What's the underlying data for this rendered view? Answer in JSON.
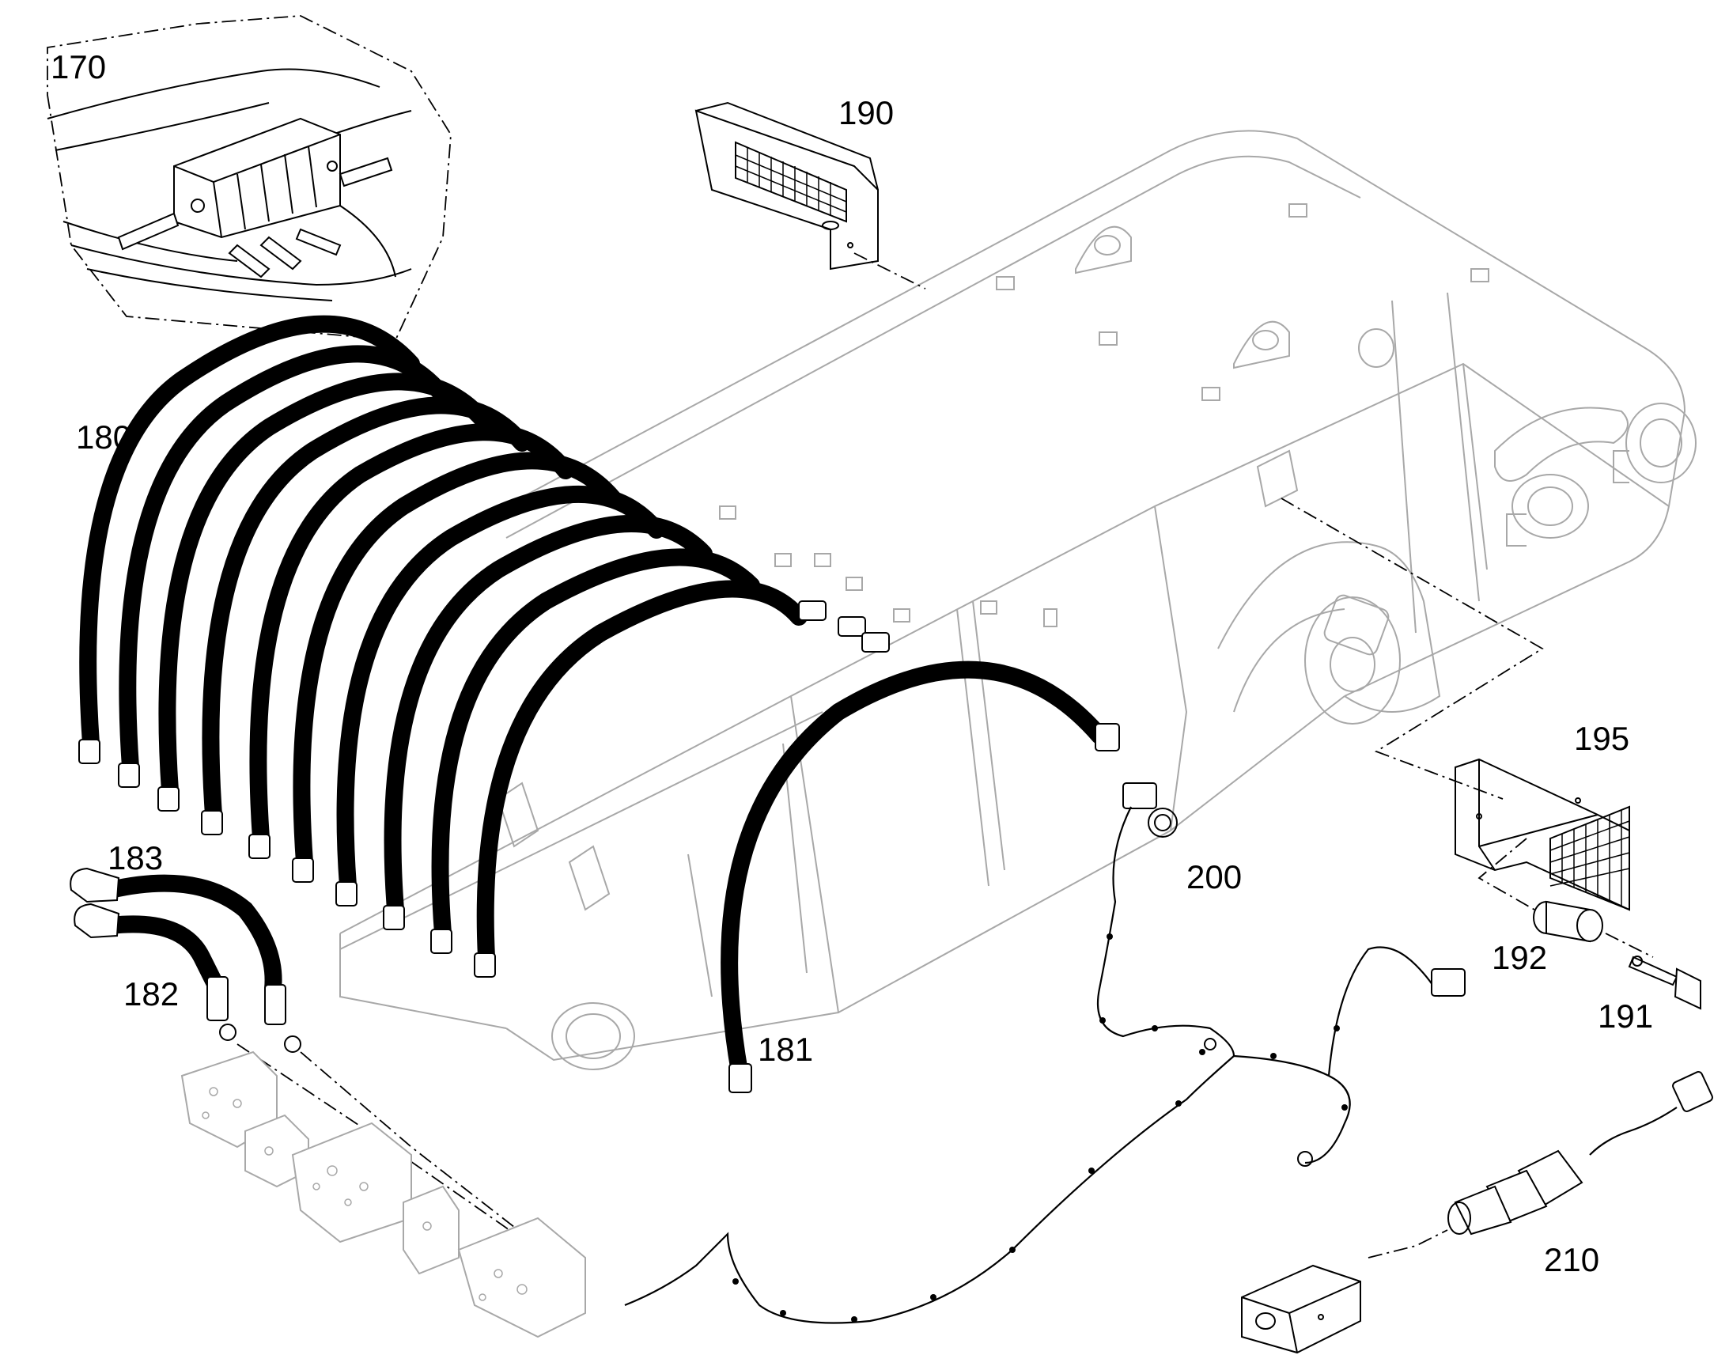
{
  "callouts": {
    "c170": "170",
    "c180": "180",
    "c181": "181",
    "c182": "182",
    "c183": "183",
    "c190": "190",
    "c191": "191",
    "c192": "192",
    "c195": "195",
    "c200": "200",
    "c210": "210"
  },
  "colors": {
    "ink": "#000000",
    "frame": "#a8a8a8",
    "background": "#ffffff"
  }
}
